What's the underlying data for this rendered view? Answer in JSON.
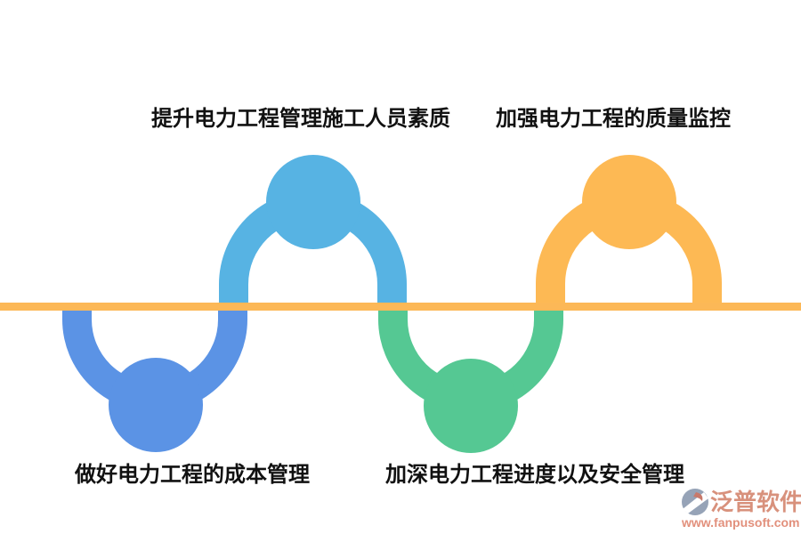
{
  "colors": {
    "skyblue": "#57B3E3",
    "royalblue": "#5B93E5",
    "green": "#55C893",
    "orange": "#FDB954",
    "line": "#FCB857",
    "label": "#111111",
    "brand": "#D8917C",
    "url": "#E2907C",
    "icon_base": "#96A3B7",
    "icon_accent": "#C8796B"
  },
  "diagram": {
    "type": "wave-timeline",
    "steps": [
      {
        "label": "提升电力工程管理施工人员素质",
        "node_color": "skyblue",
        "side": "above-line"
      },
      {
        "label": "加强电力工程的质量监控",
        "node_color": "orange",
        "side": "above-line"
      },
      {
        "label": "做好电力工程的成本管理",
        "node_color": "royalblue",
        "side": "below-line"
      },
      {
        "label": "加深电力工程进度以及安全管理",
        "node_color": "green",
        "side": "below-line"
      }
    ]
  },
  "watermark": {
    "brand": "泛普软件",
    "url": "www.fanpusoft.com"
  }
}
